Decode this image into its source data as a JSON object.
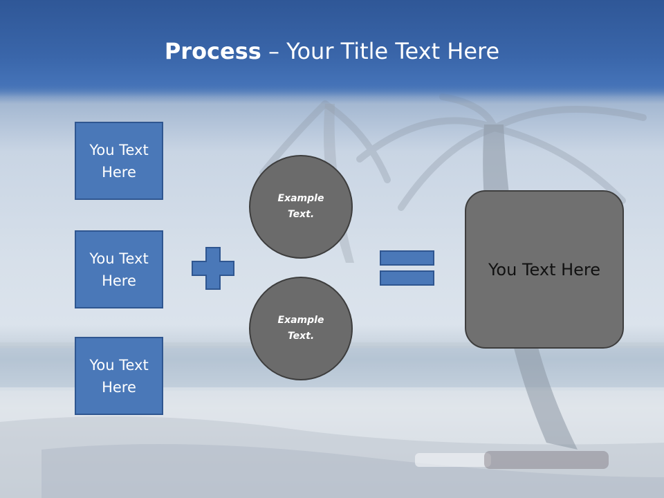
{
  "title": {
    "bold": "Process",
    "rest": " – Your Title Text Here"
  },
  "left_boxes": [
    {
      "label": "You Text Here"
    },
    {
      "label": "You Text Here"
    },
    {
      "label": "You Text Here"
    }
  ],
  "circles": [
    {
      "label": "Example Text."
    },
    {
      "label": "Example Text."
    }
  ],
  "result": {
    "label": "You Text Here"
  },
  "colors": {
    "title_band": "#3a66aa",
    "box_fill": "#4a78b8",
    "box_border": "#2f5690",
    "circle_fill": "#6b6b6b",
    "result_fill": "#707070"
  },
  "icons": {
    "operator_1": "plus-icon",
    "operator_2": "equals-icon"
  }
}
